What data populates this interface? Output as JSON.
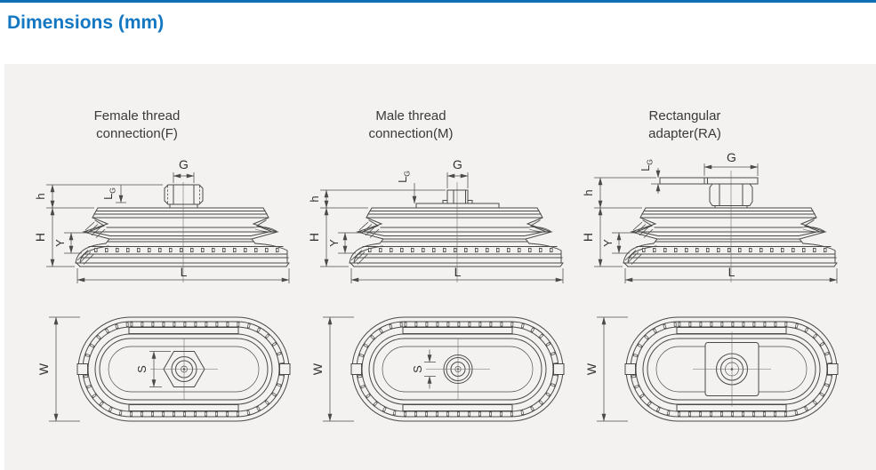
{
  "page": {
    "title": "Dimensions (mm)",
    "accent_color": "#1377c2",
    "panel_color": "#f3f2f0",
    "line_color": "#4a4a4a"
  },
  "diagrams": [
    {
      "id": "female-thread",
      "title_line1": "Female thread",
      "title_line2": "connection(F)",
      "dims": {
        "g": "G",
        "lg_main": "L",
        "lg_sub": "G",
        "small_h": "h",
        "cap_h": "H",
        "y": "Y",
        "l": "L",
        "w": "W",
        "s": "S"
      }
    },
    {
      "id": "male-thread",
      "title_line1": "Male thread",
      "title_line2": "connection(M)",
      "dims": {
        "g": "G",
        "lg_main": "L",
        "lg_sub": "G",
        "small_h": "h",
        "cap_h": "H",
        "y": "Y",
        "l": "L",
        "w": "W",
        "s": "S"
      }
    },
    {
      "id": "rectangular-adapter",
      "title_line1": "Rectangular",
      "title_line2": "adapter(RA)",
      "dims": {
        "g": "G",
        "lg_main": "L",
        "lg_sub": "G",
        "small_h": "h",
        "cap_h": "H",
        "y": "Y",
        "l": "L",
        "w": "W"
      }
    }
  ]
}
